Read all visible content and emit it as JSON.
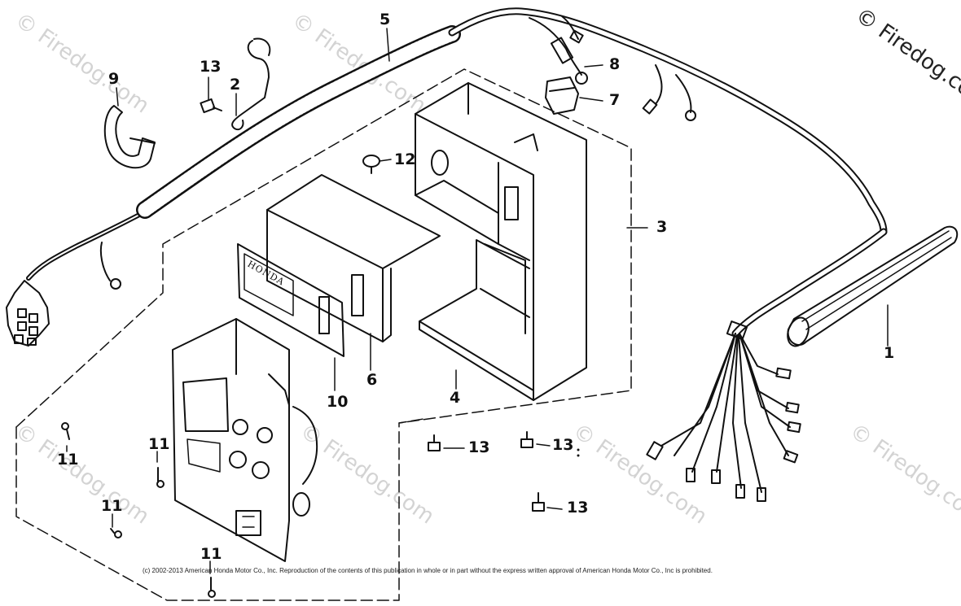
{
  "watermark": {
    "text": "© Firedog.com",
    "corner_text": "© Firedog.co"
  },
  "copyright": "(c) 2002-2013 American Honda Motor Co., Inc. Reproduction of the contents of this publication in whole or in part without the express written approval of American Honda Motor Co., Inc is prohibited.",
  "panel_logo": "HONDA",
  "callouts": {
    "c1": "1",
    "c2": "2",
    "c3": "3",
    "c4": "4",
    "c5": "5",
    "c6": "6",
    "c7": "7",
    "c8": "8",
    "c9": "9",
    "c10": "10",
    "c11a": "11",
    "c11b": "11",
    "c11c": "11",
    "c11d": "11",
    "c12": "12",
    "c13a": "13",
    "c13b": "13",
    "c13c": "13",
    "c13d": "13"
  },
  "colors": {
    "ink": "#111111",
    "watermark": "#c9c9c9"
  }
}
